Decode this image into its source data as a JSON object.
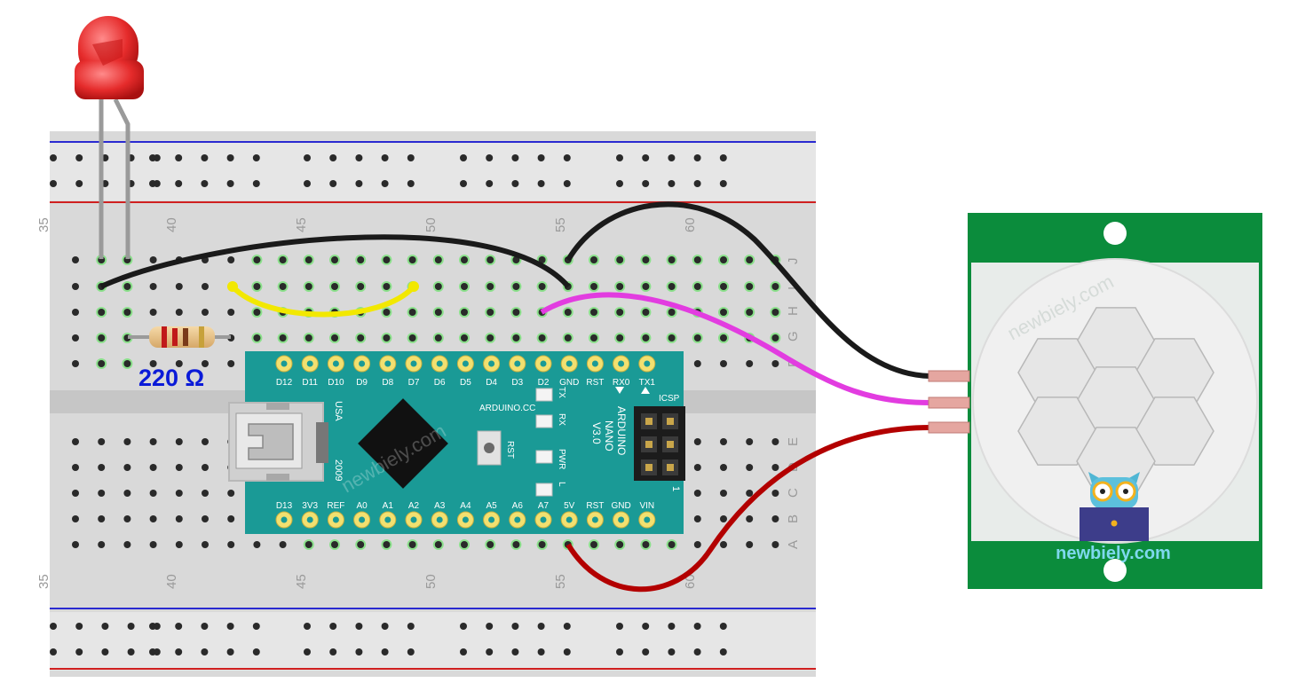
{
  "breadboard": {
    "column_labels": [
      "35",
      "40",
      "45",
      "50",
      "55",
      "60"
    ],
    "row_labels_top": [
      "J",
      "I",
      "H",
      "G",
      "F"
    ],
    "row_labels_bottom": [
      "E",
      "D",
      "C",
      "B",
      "A"
    ]
  },
  "resistor": {
    "label": "220 Ω"
  },
  "arduino": {
    "top_pins": [
      "D12",
      "D11",
      "D10",
      "D9",
      "D8",
      "D7",
      "D6",
      "D5",
      "D4",
      "D3",
      "D2",
      "GND",
      "RST",
      "RX0",
      "TX1"
    ],
    "bottom_pins": [
      "D13",
      "3V3",
      "REF",
      "A0",
      "A1",
      "A2",
      "A3",
      "A4",
      "A5",
      "A6",
      "A7",
      "5V",
      "RST",
      "GND",
      "VIN"
    ],
    "brand": "ARDUINO.CC",
    "model_lines": [
      "ARDUINO",
      "NANO",
      "V3.0"
    ],
    "icsp": "ICSP",
    "icsp_pin1": "1",
    "usa": "USA",
    "year": "2009",
    "rst": "RST",
    "led_labels": [
      "TX",
      "RX",
      "PWR",
      "L"
    ],
    "watermark": "newbiely.com"
  },
  "sensor": {
    "watermark": "newbiely.com"
  },
  "site_label": "newbiely.com",
  "colors": {
    "board_teal": "#1a9a96",
    "wire_black": "#1a1a1a",
    "wire_magenta": "#e23ce0",
    "wire_yellow": "#f2e800",
    "wire_red": "#b30000",
    "sensor_green": "#0b8c3c",
    "led_red": "#e52b2b",
    "label_blue": "#0a1ad8"
  }
}
